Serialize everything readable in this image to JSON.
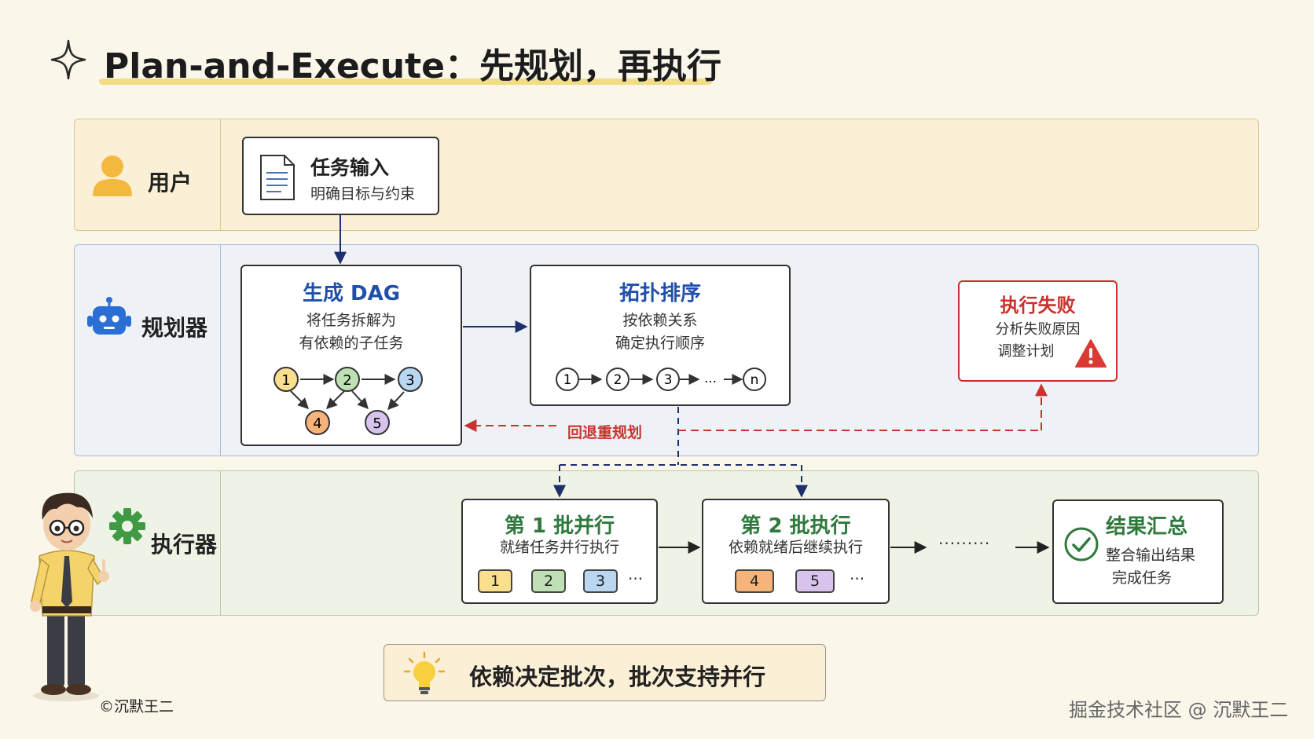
{
  "title": "Plan-and-Execute：先规划，再执行",
  "lanes": {
    "user": "用户",
    "planner": "规划器",
    "executor": "执行器"
  },
  "task_input": {
    "title": "任务输入",
    "desc": "明确目标与约束"
  },
  "generate_dag": {
    "title": "生成 DAG",
    "desc_line1": "将任务拆解为",
    "desc_line2": "有依赖的子任务",
    "nodes": [
      "1",
      "2",
      "3",
      "4",
      "5"
    ]
  },
  "topo_sort": {
    "title": "拓扑排序",
    "desc_line1": "按依赖关系",
    "desc_line2": "确定执行顺序",
    "sequence": [
      "1",
      "2",
      "3",
      "…",
      "n"
    ]
  },
  "exec_failure": {
    "title": "执行失败",
    "desc_line1": "分析失败原因",
    "desc_line2": "调整计划"
  },
  "rollback_label": "回退重规划",
  "batch1": {
    "title": "第 1 批并行",
    "desc": "就绪任务并行执行",
    "chips": [
      "1",
      "2",
      "3"
    ],
    "more": "···"
  },
  "batch2": {
    "title": "第 2 批执行",
    "desc": "依赖就绪后继续执行",
    "chips": [
      "4",
      "5"
    ],
    "more": "···"
  },
  "ellipsis": "·········",
  "result": {
    "title": "结果汇总",
    "desc_line1": "整合输出结果",
    "desc_line2": "完成任务"
  },
  "tip": "依赖决定批次，批次支持并行",
  "credit_left": "©沉默王二",
  "credit_right": "掘金技术社区 @ 沉默王二",
  "colors": {
    "title_blue": "#1f4fa8",
    "title_green": "#2e7a3c",
    "alert_red": "#c8332f",
    "dash_navy": "#1e2f6b",
    "node_yellow": "#f9df8e",
    "node_green": "#bfe0b4",
    "node_blue": "#b9d7f0",
    "node_orange": "#f6b37a",
    "node_purple": "#d8c3ec"
  }
}
